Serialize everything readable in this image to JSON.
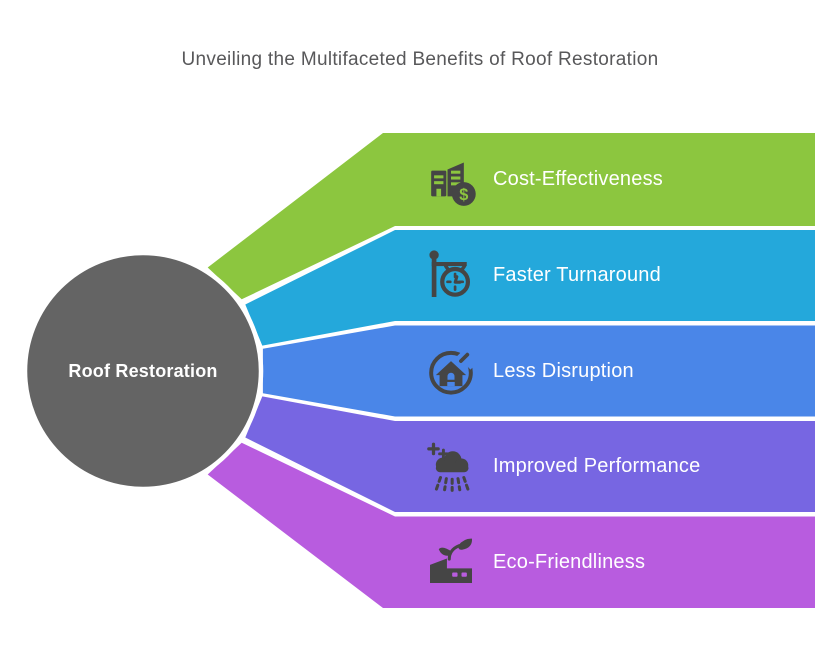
{
  "title": "Unveiling the Multifaceted Benefits of Roof Restoration",
  "center": {
    "label": "Roof Restoration",
    "color": "#646464",
    "ring_color": "#ffffff"
  },
  "icon_color": "#454545",
  "currency_symbol": "$",
  "bands": [
    {
      "label": "Cost-Effectiveness",
      "color": "#8CC63F",
      "icon": "buildings-dollar-icon"
    },
    {
      "label": "Faster Turnaround",
      "color": "#24A8DB",
      "icon": "street-clock-icon"
    },
    {
      "label": "Less Disruption",
      "color": "#4A86E8",
      "icon": "house-circle-icon"
    },
    {
      "label": "Improved Performance",
      "color": "#7766E2",
      "icon": "cloud-rain-sparkle-icon"
    },
    {
      "label": "Eco-Friendliness",
      "color": "#B85CDF",
      "icon": "factory-leaf-icon"
    }
  ]
}
